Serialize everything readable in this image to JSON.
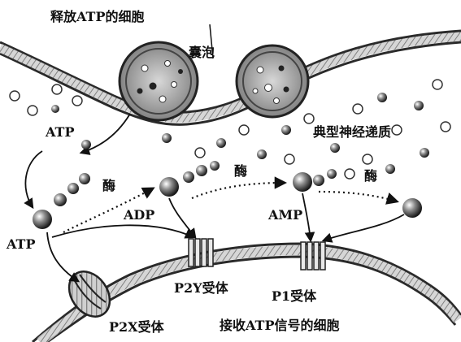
{
  "labels": {
    "release_cell": "释放ATP的细胞",
    "vesicle": "囊泡",
    "atp_top": "ATP",
    "neurotransmitter": "典型神经递质",
    "enzyme_1": "酶",
    "enzyme_2": "酶",
    "enzyme_3": "酶",
    "adp": "ADP",
    "amp": "AMP",
    "atp_left": "ATP",
    "p2y": "P2Y受体",
    "p1": "P1受体",
    "p2x": "P2X受体",
    "receive_cell": "接收ATP信号的细胞"
  }
}
